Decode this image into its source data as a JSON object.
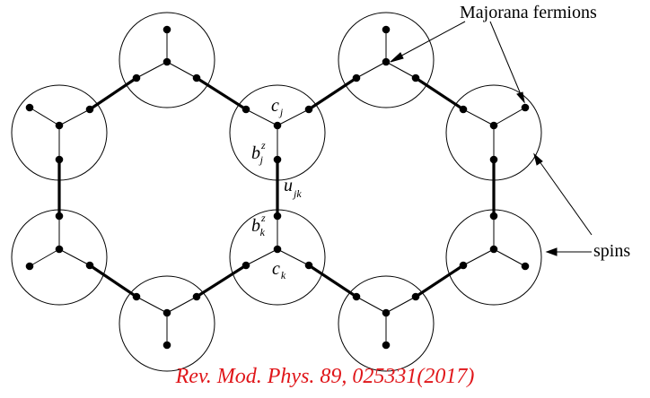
{
  "labels": {
    "majorana": "Majorana fermions",
    "spins": "spins",
    "c_j_base": "c",
    "c_j_sub": "j",
    "b_j_base": "b",
    "b_j_sup": "z",
    "b_j_sub": "j",
    "u_jk_base": "u",
    "u_jk_sub": "jk",
    "b_k_base": "b",
    "b_k_sup": "z",
    "b_k_sub": "k",
    "c_k_base": "c",
    "c_k_sub": "k"
  },
  "citation": "Rev. Mod. Phys. 89, 025331(2017)",
  "colors": {
    "citation": "#e0161a",
    "lines": "#000000",
    "background": "#ffffff"
  }
}
